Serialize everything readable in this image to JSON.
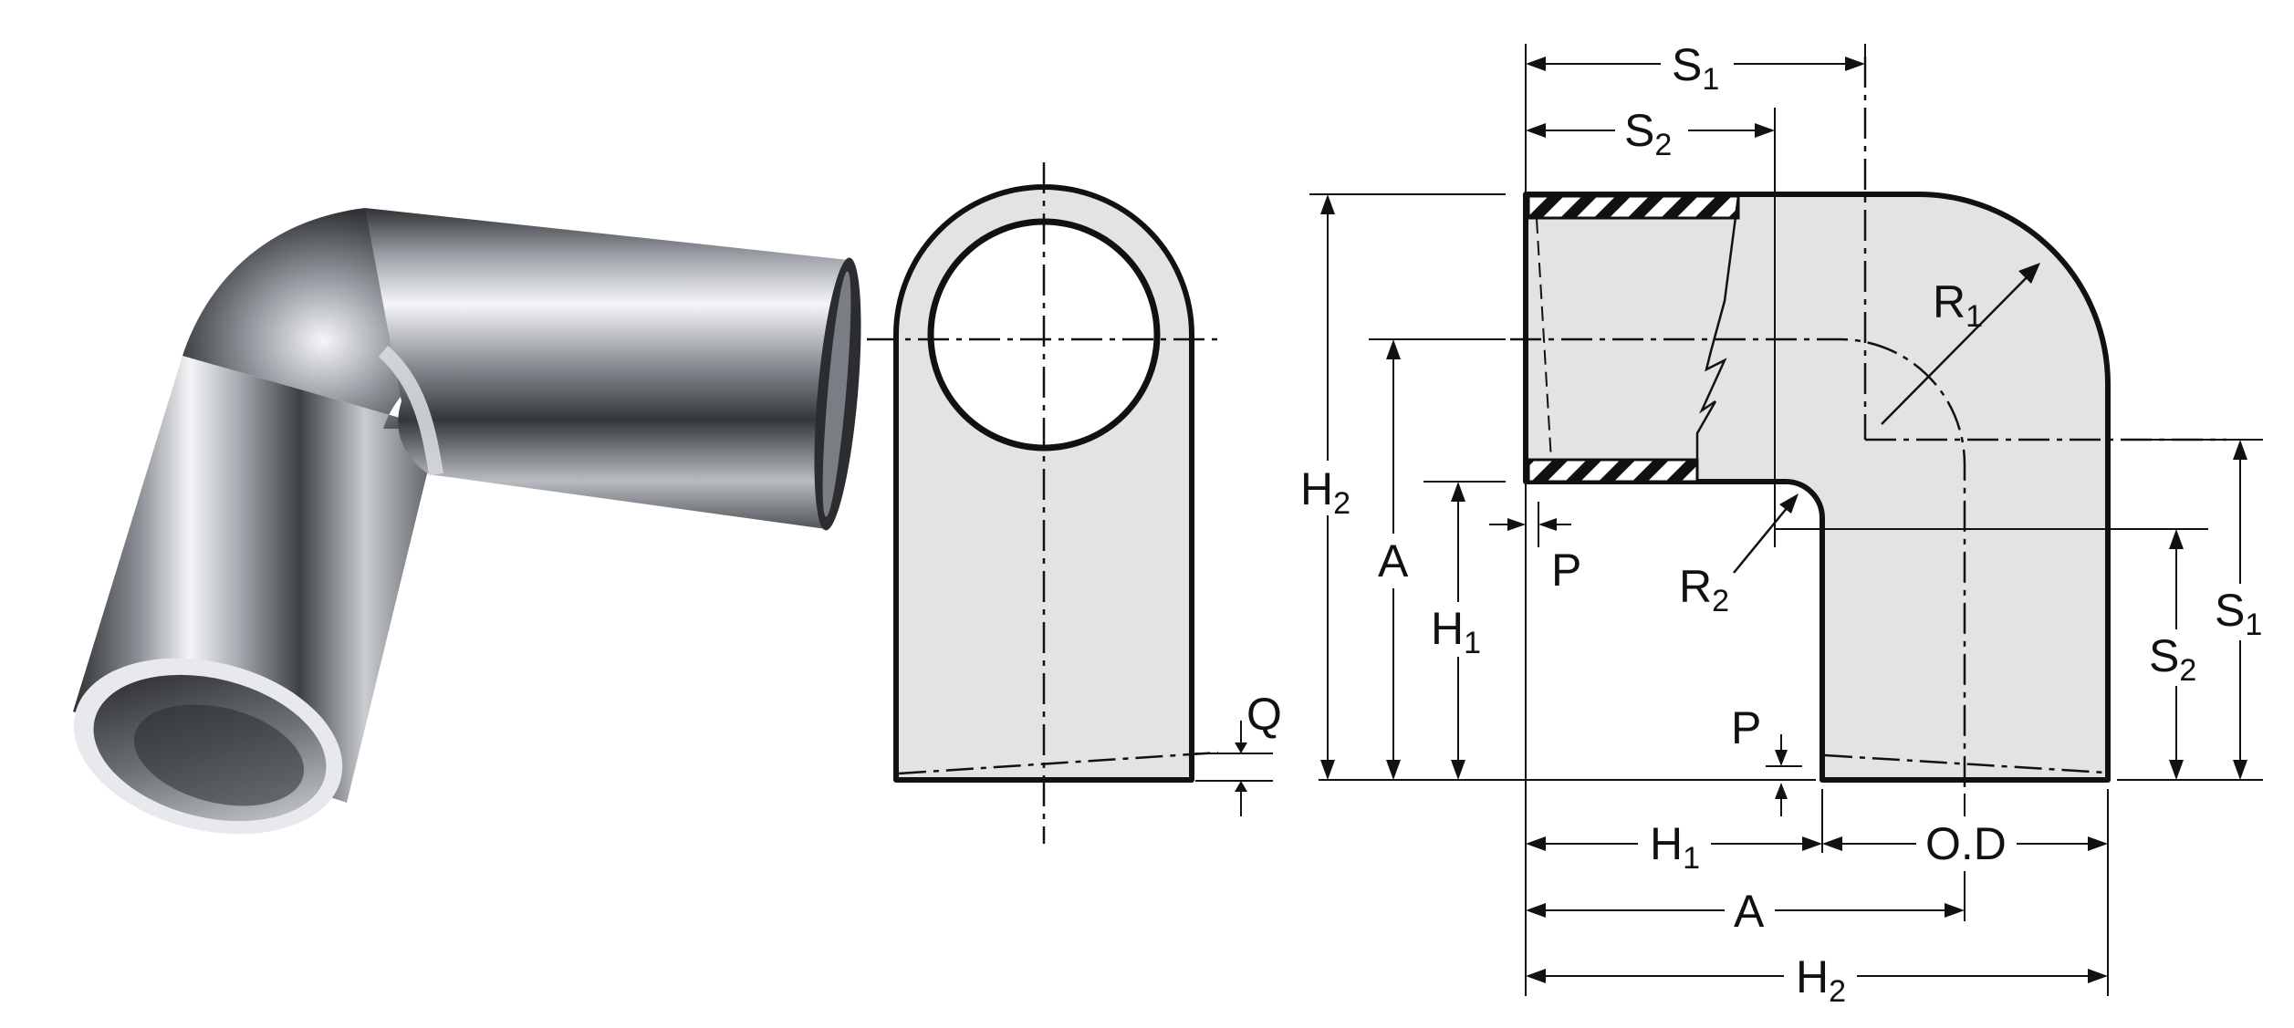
{
  "labels": {
    "S1": "S",
    "S1_sub": "1",
    "S2": "S",
    "S2_sub": "2",
    "H1": "H",
    "H1_sub": "1",
    "H2": "H",
    "H2_sub": "2",
    "R1": "R",
    "R1_sub": "1",
    "R2": "R",
    "R2_sub": "2",
    "A": "A",
    "P": "P",
    "Q": "Q",
    "OD": "O.D"
  },
  "colors": {
    "outline": "#111111",
    "fill": "#e3e3e3",
    "background": "#ffffff",
    "metal_dark": "#3b3d40",
    "metal_light": "#f2f3f5"
  },
  "icons": {
    "photo": "stainless-steel-elbow-photo"
  }
}
